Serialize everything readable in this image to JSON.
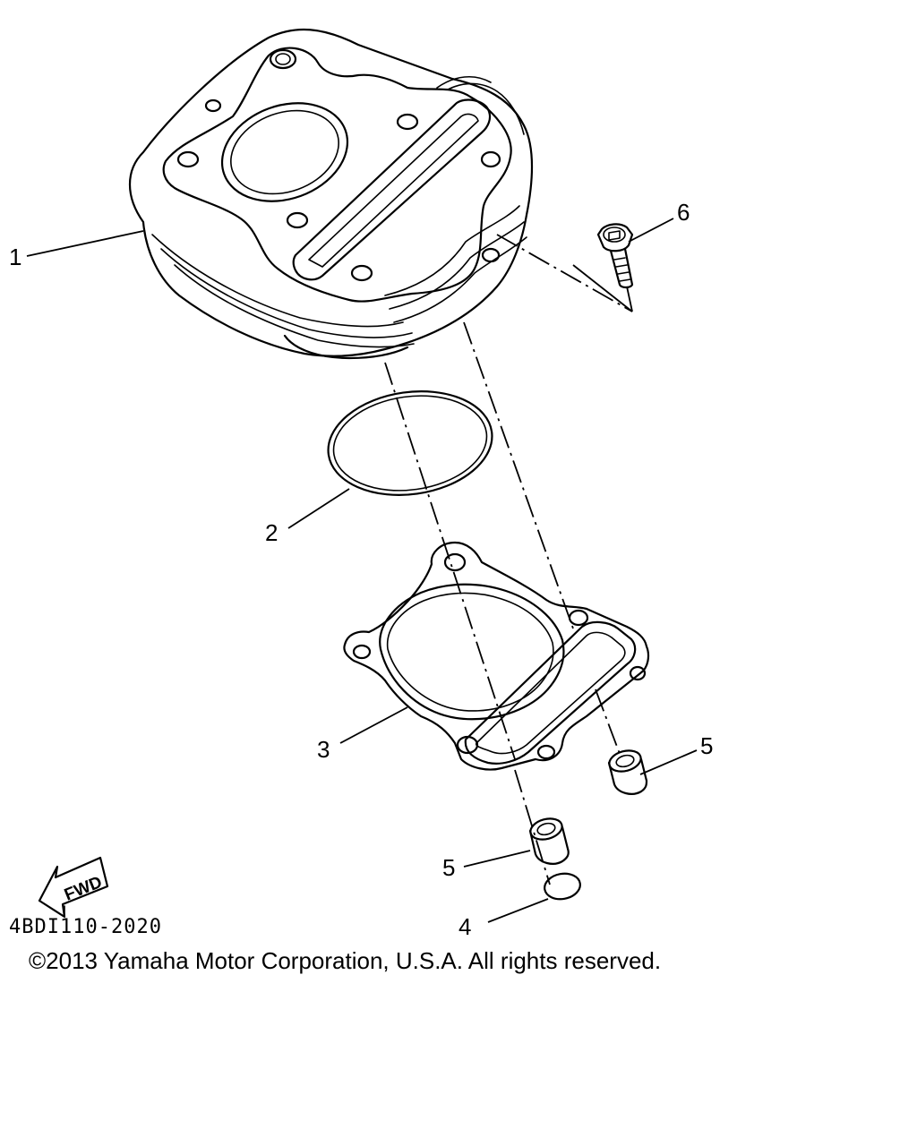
{
  "diagram": {
    "callouts": [
      {
        "id": "1",
        "label": "1"
      },
      {
        "id": "2",
        "label": "2"
      },
      {
        "id": "3",
        "label": "3"
      },
      {
        "id": "4",
        "label": "4"
      },
      {
        "id": "5a",
        "label": "5"
      },
      {
        "id": "5b",
        "label": "5"
      },
      {
        "id": "6",
        "label": "6"
      }
    ],
    "fwd_label": "FWD",
    "part_code": "4BDI110-2020",
    "copyright": "©2013 Yamaha Motor Corporation, U.S.A. All rights reserved."
  }
}
